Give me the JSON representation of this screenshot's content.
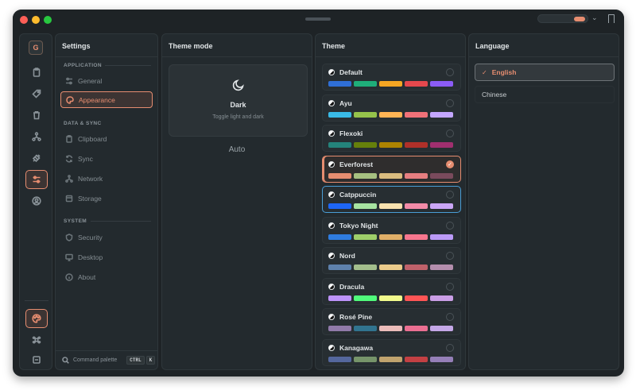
{
  "colors": {
    "accent": "#e68d70",
    "window_bg": "#1e2326",
    "panel_bg": "#232a2e",
    "hover_outline": "#4a9ed6"
  },
  "rail": {
    "logo": "G",
    "icons": [
      "clipboard-icon",
      "tag-icon",
      "trash-icon",
      "network-icon",
      "plug-icon",
      "sliders-icon",
      "user-circle-icon"
    ],
    "bottom_icons": [
      "palette-icon",
      "command-icon",
      "box-icon"
    ]
  },
  "settings": {
    "title": "Settings",
    "sections": [
      {
        "label": "APPLICATION",
        "items": [
          "General",
          "Appearance"
        ]
      },
      {
        "label": "DATA & SYNC",
        "items": [
          "Clipboard",
          "Sync",
          "Network",
          "Storage"
        ]
      },
      {
        "label": "SYSTEM",
        "items": [
          "Security",
          "Desktop",
          "About"
        ]
      }
    ],
    "active_item": "Appearance",
    "command_palette": {
      "label": "Command palette",
      "keys": [
        "CTRL",
        "K"
      ]
    }
  },
  "theme_mode": {
    "title": "Theme mode",
    "options": [
      {
        "name": "Dark",
        "description": "Toggle light and dark"
      },
      {
        "name": "Auto"
      }
    ]
  },
  "theme": {
    "title": "Theme",
    "selected": "Everforest",
    "items": [
      {
        "name": "Default",
        "swatches": [
          "#2f6fd6",
          "#1fae7a",
          "#f5a623",
          "#e5484d",
          "#8b5cf6"
        ]
      },
      {
        "name": "Ayu",
        "swatches": [
          "#39bae6",
          "#95c24b",
          "#ffb454",
          "#f07178",
          "#c3a6ff"
        ]
      },
      {
        "name": "Flexoki",
        "swatches": [
          "#24837b",
          "#66800b",
          "#ad8301",
          "#af3029",
          "#a02f6f"
        ]
      },
      {
        "name": "Everforest",
        "swatches": [
          "#e68d70",
          "#a7c080",
          "#dbbc7f",
          "#e67e80",
          "#7a4a5c"
        ]
      },
      {
        "name": "Catppuccin",
        "swatches": [
          "#1e66f5",
          "#a6e3a1",
          "#f9e2af",
          "#f38ba8",
          "#cba6f7"
        ]
      },
      {
        "name": "Tokyo Night",
        "swatches": [
          "#2f7de0",
          "#9ece6a",
          "#e0af68",
          "#f7768e",
          "#bb9af7"
        ]
      },
      {
        "name": "Nord",
        "swatches": [
          "#5e81ac",
          "#a3be8c",
          "#ebcb8b",
          "#bf616a",
          "#b48ead"
        ]
      },
      {
        "name": "Dracula",
        "swatches": [
          "#bd93f9",
          "#50fa7b",
          "#f1fa8c",
          "#ff5555",
          "#ca9ee6"
        ]
      },
      {
        "name": "Rosé Pine",
        "swatches": [
          "#907aa9",
          "#31748f",
          "#ebbcba",
          "#eb6f92",
          "#c4a7e7"
        ]
      },
      {
        "name": "Kanagawa",
        "swatches": [
          "#54679d",
          "#76946a",
          "#c0a36e",
          "#c34043",
          "#957fb8"
        ]
      }
    ]
  },
  "language": {
    "title": "Language",
    "items": [
      "English",
      "Chinese"
    ],
    "selected": "English"
  }
}
